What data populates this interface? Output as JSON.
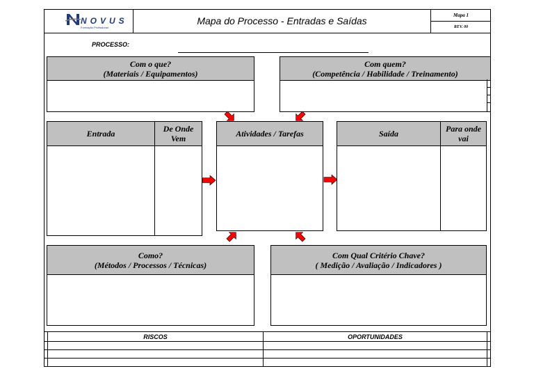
{
  "header": {
    "logo_text": "NOVUS",
    "logo_tagline": "Formação Profissional",
    "title": "Mapa do Processo - Entradas e Saídas",
    "map_label": "Mapa 1",
    "rev_label": "REV. 00"
  },
  "processo_label": "PROCESSO:",
  "com_o_que": {
    "line1": "Com o que?",
    "line2": "(Materiais / Equipamentos)"
  },
  "com_quem": {
    "line1": "Com quem?",
    "line2": "(Competência / Habilidade / Treinamento)"
  },
  "entrada": "Entrada",
  "de_onde_vem": {
    "line1": "De Onde",
    "line2": "Vem"
  },
  "atividades": "Atividades / Tarefas",
  "saida": "Saída",
  "para_onde_vai": {
    "line1": "Para onde",
    "line2": "vai"
  },
  "como": {
    "line1": "Como?",
    "line2": "(Métodos / Processos / Técnicas)"
  },
  "criterio": {
    "line1": "Com Qual Critério Chave?",
    "line2": "( Medição / Avaliação / Indicadores )"
  },
  "riscos": "RISCOS",
  "oportunidades": "OPORTUNIDADES",
  "colors": {
    "header_fill": "#c0c0c0",
    "arrow": "#ff0000",
    "logo": "#1f3c7a"
  }
}
